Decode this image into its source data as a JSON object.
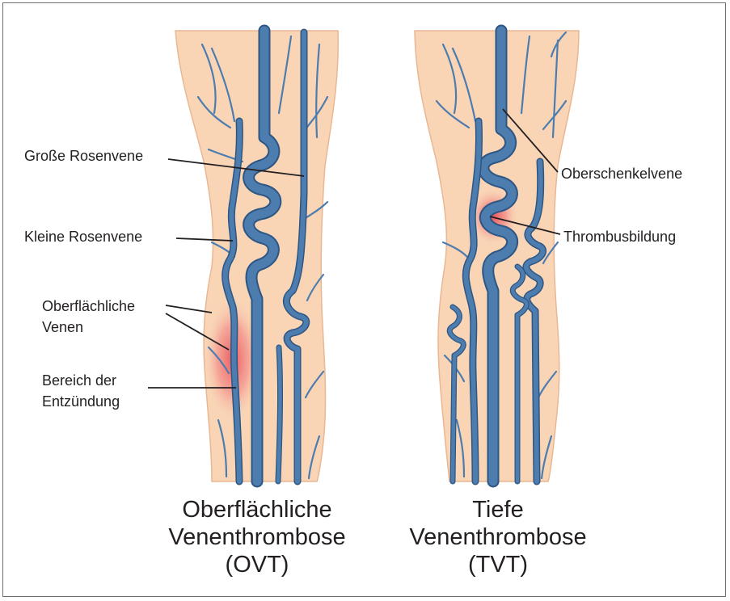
{
  "labels": {
    "grosse_rosenvene": "Große Rosenvene",
    "kleine_rosenvene": "Kleine Rosenvene",
    "oberflaechliche_venen_line1": "Oberflächliche",
    "oberflaechliche_venen_line2": "Venen",
    "entzuendung_line1": "Bereich der",
    "entzuendung_line2": "Entzündung",
    "oberschenkelvene": "Oberschenkelvene",
    "thrombusbildung": "Thrombusbildung"
  },
  "captions": {
    "left": [
      "Oberflächliche",
      "Venenthrombose",
      "(OVT)"
    ],
    "right": [
      "Tiefe",
      "Venenthrombose",
      "(TVT)"
    ]
  },
  "colors": {
    "skin": "#f9d5b6",
    "skin_outline": "#e9b793",
    "vein": "#4d7cae",
    "vein_outline": "#2d5683",
    "inflammation": "#e9424f",
    "leader_line": "#231f20"
  }
}
